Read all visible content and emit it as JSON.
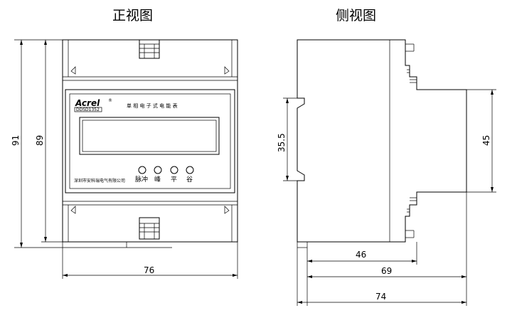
{
  "titles": {
    "front": "正视图",
    "side": "侧视图"
  },
  "device": {
    "brand": "Acrel",
    "brand_mark": "®",
    "product_name": "单 相 电 子 式 电 能 表",
    "model": "DDSD1352",
    "bottom_text": "深圳市安科瑞电气有限公司",
    "buttons": [
      "脉冲",
      "峰",
      "平",
      "谷"
    ]
  },
  "dimensions": {
    "front_height_outer": "91",
    "front_height_inner": "89",
    "front_width": "76",
    "side_inner_height": "35.5",
    "side_right_height": "45",
    "side_depth_46": "46",
    "side_depth_69": "69",
    "side_depth_74": "74"
  }
}
